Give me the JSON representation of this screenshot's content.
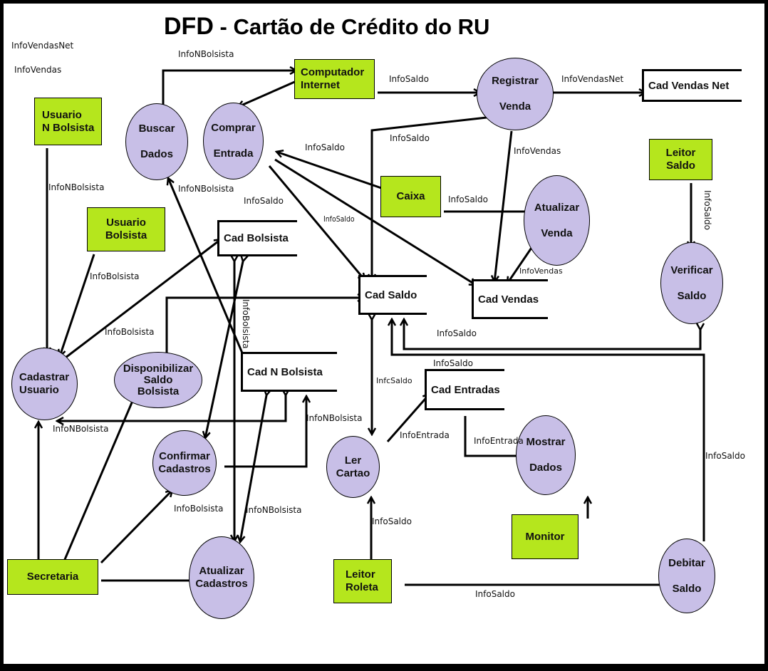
{
  "title": {
    "prefix": "DFD",
    "text": " - Cartão de Crédito do RU"
  },
  "colors": {
    "entity": "#b5e61d",
    "process": "#c8bfe7",
    "line": "#000000",
    "frame": "#000000"
  },
  "legend": [
    "InfoVendasNet",
    "InfoVendas"
  ],
  "entities": {
    "usuario_n_bolsista": [
      "Usuario",
      "N Bolsista"
    ],
    "usuario_bolsista": [
      "Usuario",
      "Bolsista"
    ],
    "computador_internet": [
      "Computador",
      "Internet"
    ],
    "caixa": [
      "Caixa"
    ],
    "leitor_saldo": [
      "Leitor",
      "Saldo"
    ],
    "secretaria": [
      "Secretaria"
    ],
    "leitor_roleta": [
      "Leitor",
      "Roleta"
    ],
    "monitor": [
      "Monitor"
    ]
  },
  "processes": {
    "buscar_dados": [
      "Buscar",
      "Dados"
    ],
    "comprar_entrada": [
      "Comprar",
      "Entrada"
    ],
    "registrar_venda": [
      "Registrar",
      "Venda"
    ],
    "atualizar_venda": [
      "Atualizar",
      "Venda"
    ],
    "verificar_saldo": [
      "Verificar",
      "Saldo"
    ],
    "cadastrar_usuario": [
      "Cadastrar",
      "Usuario"
    ],
    "disponibilizar_saldo": [
      "Disponibilizar",
      "Saldo",
      "Bolsista"
    ],
    "confirmar_cadastros": [
      "Confirmar",
      "Cadastros"
    ],
    "atualizar_cadastros": [
      "Atualizar",
      "Cadastros"
    ],
    "ler_cartao": [
      "Ler",
      "Cartao"
    ],
    "mostrar_dados": [
      "Mostrar",
      "Dados"
    ],
    "debitar_saldo": [
      "Debitar",
      "Saldo"
    ]
  },
  "stores": {
    "cad_vendas_net": "Cad Vendas Net",
    "cad_bolsista": "Cad Bolsista",
    "cad_saldo": "Cad Saldo",
    "cad_vendas": "Cad Vendas",
    "cad_n_bolsista": "Cad N Bolsista",
    "cad_entradas": "Cad Entradas"
  },
  "flow_labels": {
    "f1": "InfoNBolsista",
    "f2": "InfoSaldo",
    "f3": "InfoVendasNet",
    "f4": "InfoSaldo",
    "f5": "InfoVendas",
    "f6": "InfoSaldo",
    "f7": "InfoNBolsista",
    "f8": "InfoNBolsista",
    "f9": "InfoSaldo",
    "f10": "InfoSaldo",
    "f11": "InfoSaldo",
    "f12": "InfoSaldo",
    "f13": "InfoBolsista",
    "f14": "InfoBolsista",
    "f15": "InfoBolsista",
    "f16": "InfoVendas",
    "f17": "InfoSaldo",
    "f18": "InfoSaldo",
    "f19": "InfcSaldo",
    "f20": "InfoNBolsista",
    "f21": "InfoNBolsista",
    "f22": "InfoEntrada",
    "f23": "InfoEntrada",
    "f24": "InfoSaldo",
    "f25": "InfoBolsista",
    "f26": "InfoNBolsista",
    "f27": "InfoSaldo",
    "f28": "InfoSaldo"
  }
}
